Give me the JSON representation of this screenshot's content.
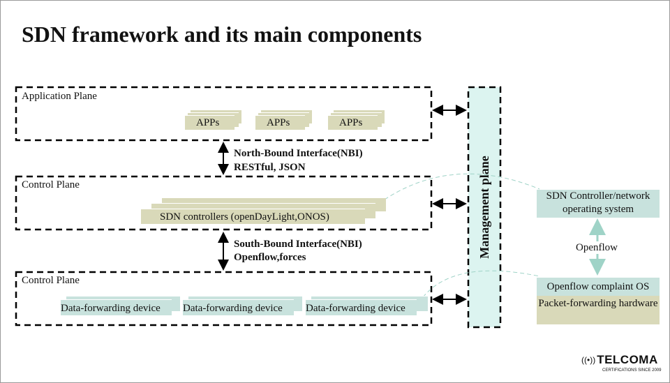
{
  "title": "SDN framework and its main components",
  "planes": [
    {
      "label": "Application Plane"
    },
    {
      "label": "Control Plane"
    },
    {
      "label": "Control Plane"
    }
  ],
  "apps": [
    "APPs",
    "APPs",
    "APPs"
  ],
  "controllers": "SDN controllers (openDayLight,ONOS)",
  "devices": [
    "Data-forwarding device",
    "Data-forwarding device",
    "Data-forwarding device"
  ],
  "nbi": {
    "line1": "North-Bound Interface(NBI)",
    "line2": "RESTful, JSON"
  },
  "sbi": {
    "line1": "South-Bound Interface(NBI)",
    "line2": "Openflow,forces"
  },
  "management_plane": "Management plane",
  "right": {
    "controller": "SDN Controller/network operating system",
    "protocol": "Openflow",
    "os": "Openflow complaint OS",
    "hardware": "Packet-forwarding hardware"
  },
  "logo": {
    "name": "TELCOMA",
    "tagline": "CERTIFICATIONS SINCE 2009"
  },
  "colors": {
    "tan": "#d9d9b9",
    "teal": "#c8e2dd",
    "mgmt_fill": "#dcf4f0",
    "arrow_teal": "#9fd3c7"
  }
}
